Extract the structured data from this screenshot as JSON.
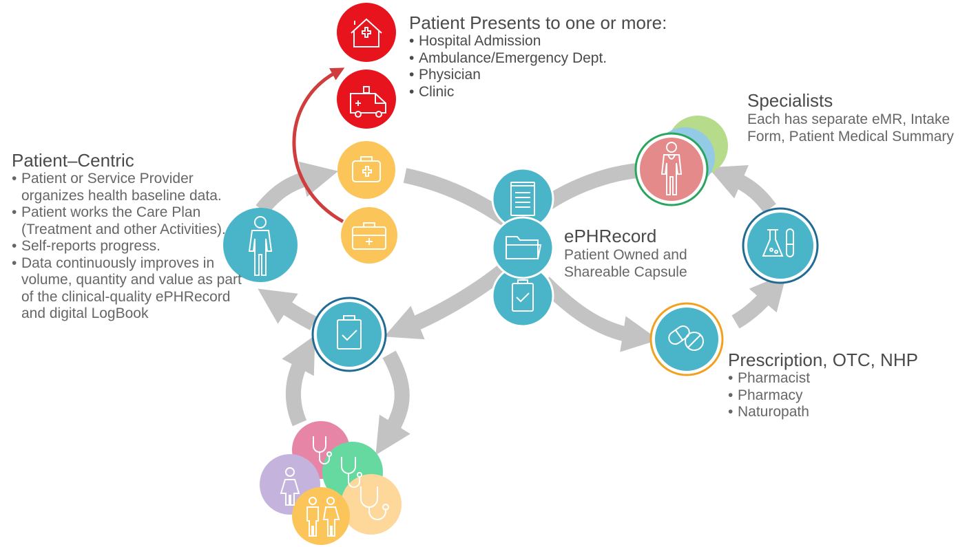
{
  "colors": {
    "arrow_gray": "#c3c3c3",
    "red_arrow": "#cf3d3d",
    "red": "#e8141d",
    "orange": "#fcc55a",
    "teal": "#4ab5c8",
    "dark_blue_ring": "#1f6b94",
    "green_ring": "#2aa55e",
    "orange_ring": "#f0a11e",
    "specialist_red": "#e58a8a",
    "specialist_blue": "#93cbe6",
    "specialist_green": "#b5db8b",
    "provider_pink": "#e785a6",
    "provider_green": "#65d9a0",
    "provider_lavender": "#c4b3dc",
    "provider_orange": "#fcc55a",
    "provider_peach": "#fdd89a"
  },
  "presents": {
    "title": "Patient Presents to one or more:",
    "items": [
      "Hospital Admission",
      "Ambulance/Emergency Dept.",
      "Physician",
      "Clinic"
    ]
  },
  "patient_centric": {
    "title": "Patient–Centric",
    "items": [
      "Patient or Service Provider organizes health baseline data.",
      "Patient works the Care Plan (Treatment and other Activities).",
      "Self-reports progress.",
      "Data continuously improves in volume, quantity and value as part of the clinical-quality ePHRecord and digital LogBook"
    ]
  },
  "specialists": {
    "title": "Specialists",
    "description": "Each has separate eMR, Intake Form, Patient Medical Summary"
  },
  "ephrecord": {
    "title": "ePHRecord",
    "subtitle": "Patient Owned and Shareable Capsule"
  },
  "prescription": {
    "title": "Prescription, OTC, NHP",
    "items": [
      "Pharmacist",
      "Pharmacy",
      "Naturopath"
    ]
  },
  "icons": {
    "hospital": "hospital-icon",
    "ambulance": "ambulance-icon",
    "medical_bag": "medical-bag-icon",
    "first_aid_kit": "first-aid-kit-icon",
    "patient": "patient-person-icon",
    "document": "document-icon",
    "folder": "folder-icon",
    "clipboard": "clipboard-check-icon",
    "doctor": "doctor-icon",
    "lab_flasks": "lab-flasks-icon",
    "pills": "pills-icon",
    "stethoscope": "stethoscope-icon",
    "woman": "woman-icon",
    "couple": "couple-icon"
  }
}
